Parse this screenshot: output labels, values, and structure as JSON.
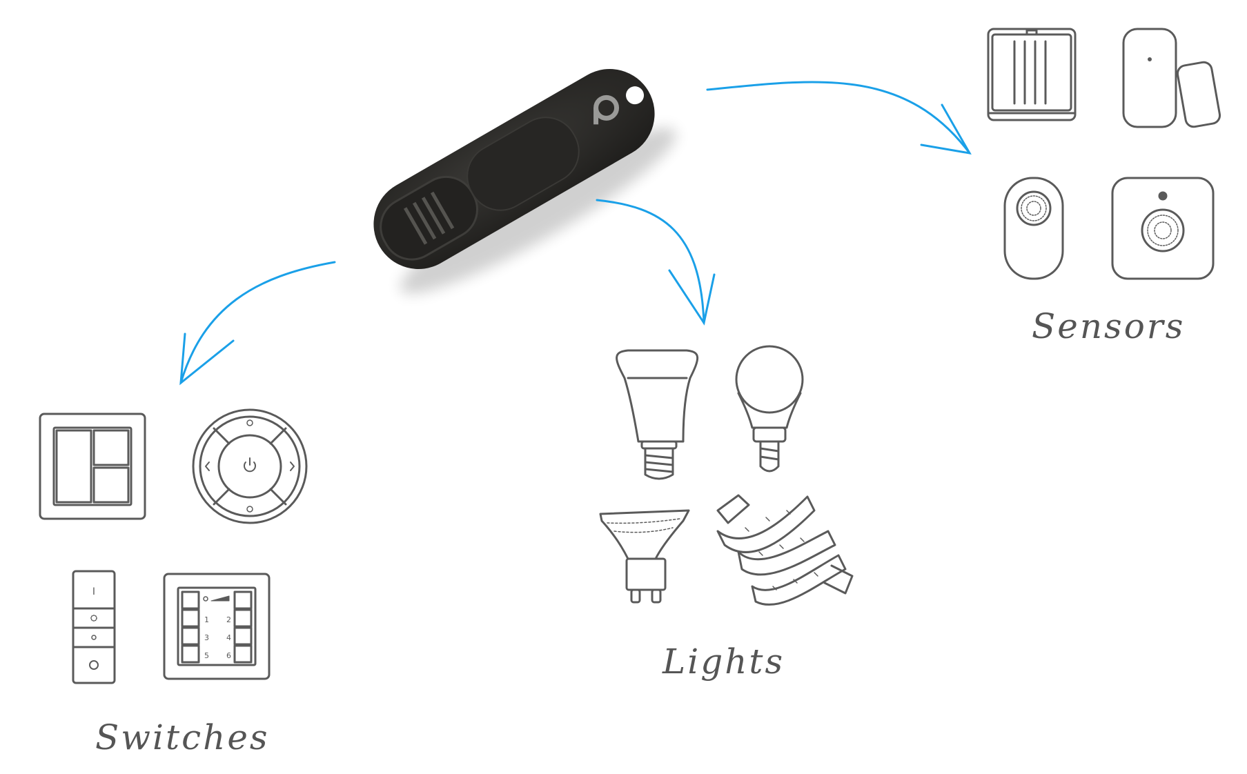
{
  "labels": {
    "sensors": "Sensors",
    "lights": "Lights",
    "switches": "Switches"
  },
  "colors": {
    "arrow": "#1aa0e8",
    "icon_stroke": "#5a5a5a",
    "stick_body": "#2a2927",
    "logo": "#9a9a98"
  },
  "switch_keypad_numbers": [
    "1",
    "2",
    "3",
    "4",
    "5",
    "6"
  ],
  "dimmer_switch_mark": "I"
}
